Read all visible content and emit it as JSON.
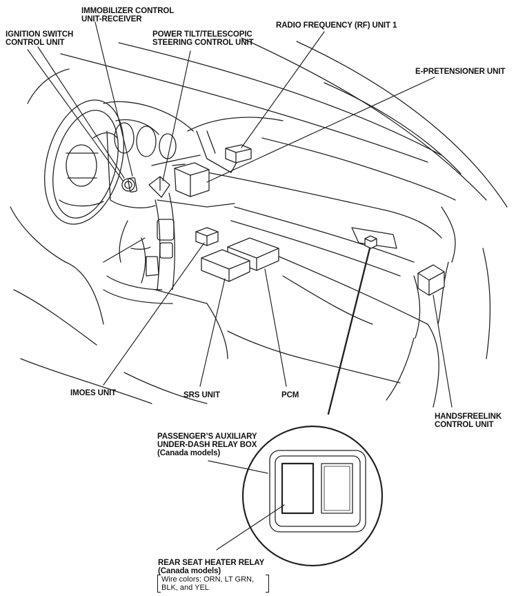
{
  "labels": {
    "immobilizer": [
      "IMMOBILIZER CONTROL",
      "UNIT-RECEIVER"
    ],
    "ignition": [
      "IGNITION SWITCH",
      "CONTROL UNIT"
    ],
    "power_tilt": [
      "POWER TILT/TELESCOPIC",
      "STEERING CONTROL UNIT"
    ],
    "radio_rf": [
      "RADIO FREQUENCY (RF) UNIT 1"
    ],
    "e_pretensioner": [
      "E-PRETENSIONER UNIT"
    ],
    "imoes": [
      "IMOES UNIT"
    ],
    "srs": [
      "SRS UNIT"
    ],
    "pcm": [
      "PCM"
    ],
    "handsfreelink": [
      "HANDSFREELINK",
      "CONTROL UNIT"
    ],
    "passenger_relay_box": [
      "PASSENGER’S AUXILIARY",
      "UNDER-DASH RELAY BOX",
      "(Canada models)"
    ],
    "rear_seat_heater": [
      "REAR SEAT HEATER RELAY",
      "(Canada models)"
    ]
  },
  "wire_colors": [
    "Wire colors: ORN, LT GRN,",
    "BLK, and YEL"
  ]
}
